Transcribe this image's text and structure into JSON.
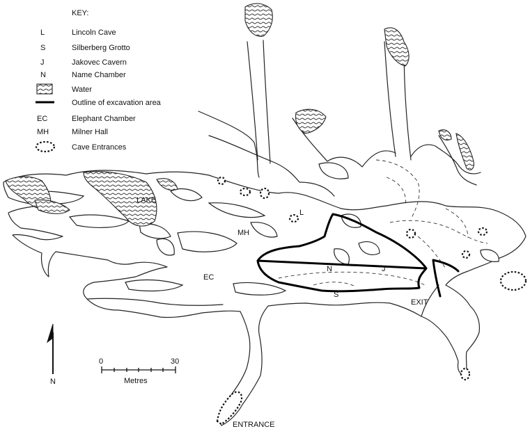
{
  "key": {
    "title": "KEY:",
    "items": [
      {
        "symbol": "L",
        "label": "Lincoln Cave"
      },
      {
        "symbol": "S",
        "label": "Silberberg Grotto"
      },
      {
        "symbol": "J",
        "label": "Jakovec Cavern"
      },
      {
        "symbol": "N",
        "label": "Name Chamber"
      },
      {
        "symbol": "water-swatch",
        "label": "Water"
      },
      {
        "symbol": "excavation-line",
        "label": "Outline of excavation area"
      },
      {
        "symbol": "EC",
        "label": "Elephant Chamber"
      },
      {
        "symbol": "MH",
        "label": "Milner Hall"
      },
      {
        "symbol": "entrance-symbol",
        "label": "Cave Entrances"
      }
    ]
  },
  "labels": {
    "lake": "LAKE",
    "lincoln": "L",
    "milner_hall": "MH",
    "elephant_chamber": "EC",
    "name_chamber": "N",
    "jakovec": "J",
    "silberberg": "S",
    "exit": "EXIT",
    "entrance": "ENTRANCE"
  },
  "north_arrow": {
    "label": "N"
  },
  "scale_bar": {
    "start": "0",
    "end": "30",
    "unit": "Metres"
  },
  "colors": {
    "ink": "#1a1a1a",
    "background": "#ffffff",
    "excavation_outline": "#000000"
  }
}
